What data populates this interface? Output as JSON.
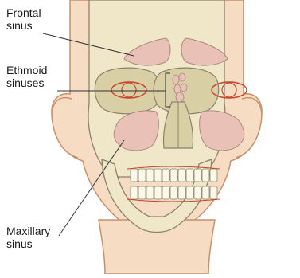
{
  "labels": {
    "frontal_line1": "Frontal",
    "frontal_line2": "sinus",
    "ethmoid_line1": "Ethmoid",
    "ethmoid_line2": "sinuses",
    "maxillary_line1": "Maxillary",
    "maxillary_line2": "sinus"
  },
  "colors": {
    "skin": "#f6dcc2",
    "skin_outline": "#c98f6a",
    "bone": "#efe7c7",
    "bone_shade": "#d9cfa5",
    "bone_outline": "#8a826b",
    "sinus": "#e9c1b6",
    "sinus_outline": "#a88a7f",
    "eye_red": "#c6442e",
    "leader": "#333333"
  }
}
